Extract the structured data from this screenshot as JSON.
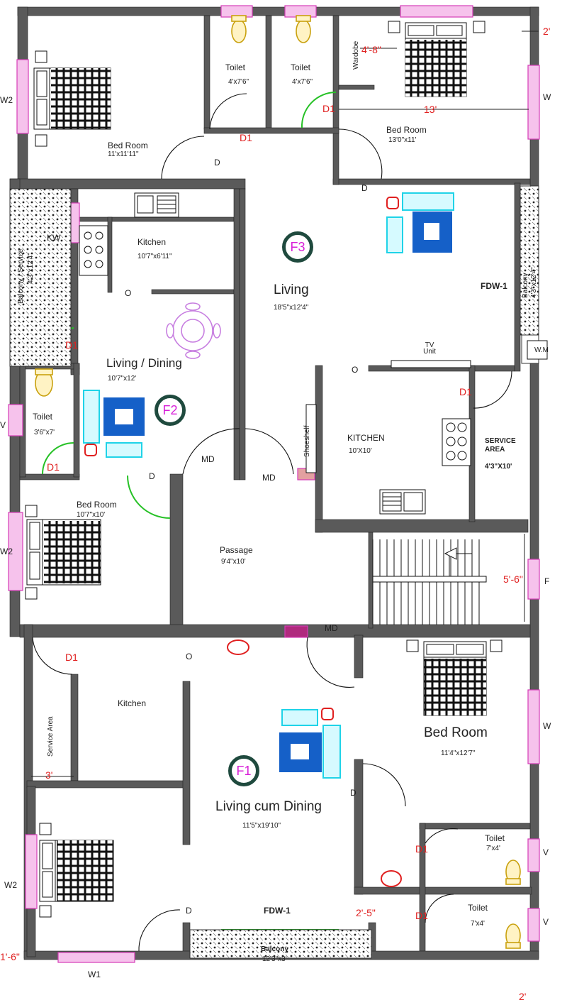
{
  "rooms": {
    "bed1": {
      "name": "Bed Room",
      "size": "11'x11'11\""
    },
    "toilet1": {
      "name": "Toilet",
      "size": "4'x7'6\""
    },
    "toilet2": {
      "name": "Toilet",
      "size": "4'x7'6\""
    },
    "bed2": {
      "name": "Bed Room",
      "size": "13'0\"x11'"
    },
    "wardrobe": "Wardobe",
    "kitchen_f2": {
      "name": "Kitchen",
      "size": "10'7\"x6'11\""
    },
    "living_f3": {
      "name": "Living",
      "size": "18'5\"x12'4\""
    },
    "balcony_left": {
      "name": "Balcony / Service",
      "size": "4'3\"x12'4\""
    },
    "balcony_right": {
      "name": "Balcony",
      "size": "4'3\"x12'4\""
    },
    "wm": "W.M",
    "tv_unit": "TV Unit",
    "living_dining_f2": {
      "name": "Living / Dining",
      "size": "10'7\"x12'"
    },
    "toilet3": {
      "name": "Toilet",
      "size": "3'6\"x7'"
    },
    "kitchen_f3": {
      "name": "KITCHEN",
      "size": "10'X10'"
    },
    "service_area_f3": {
      "name": "SERVICE AREA",
      "size": "4'3\"X10'"
    },
    "shoeshelf": "Shoeshelf",
    "bed3": {
      "name": "Bed Room",
      "size": "10'7\"x10'"
    },
    "passage": {
      "name": "Passage",
      "size": "9'4\"x10'"
    },
    "kitchen_f1": {
      "name": "Kitchen"
    },
    "service_area_f1": {
      "name": "Service Area"
    },
    "living_f1": {
      "name": "Living cum Dining",
      "size": "11'5\"x19'10\""
    },
    "bed4": {
      "name": "Bed Room",
      "size": "11'4\"x12'7\""
    },
    "toilet4": {
      "name": "Toilet",
      "size": "7'x4'"
    },
    "toilet5": {
      "name": "Toilet",
      "size": "7'x4'"
    },
    "balcony_f1": {
      "name": "Balcony",
      "size": "12'3\"x3'"
    }
  },
  "flats": {
    "f1": "F1",
    "f2": "F2",
    "f3": "F3"
  },
  "doors": {
    "d": "D",
    "d1": "D1",
    "md": "MD",
    "fdw": "FDW-1"
  },
  "windows": {
    "w": "W",
    "w1": "W1",
    "w2": "W2",
    "v": "V",
    "kw": "KW",
    "f": "F"
  },
  "dims": {
    "d_4_8": "4'-8\"",
    "d_13": "13'",
    "d_2": "2'",
    "d_5_6": "5'-6\"",
    "d_3": "3'",
    "d_2_5": "2'-5\"",
    "d_1_6": "1'-6\"",
    "d_2b": "2'"
  },
  "colors": {
    "wall": "#5a5a5a",
    "window": "#e455c8",
    "door_swing_green": "#26c126",
    "dim_red": "#e02020",
    "sofa_cyan": "#1fd3e8",
    "table_blue": "#1560c8",
    "dining_purple": "#c77ee0",
    "badge_ring": "#1f4a3e",
    "badge_text": "#d81fd8"
  }
}
